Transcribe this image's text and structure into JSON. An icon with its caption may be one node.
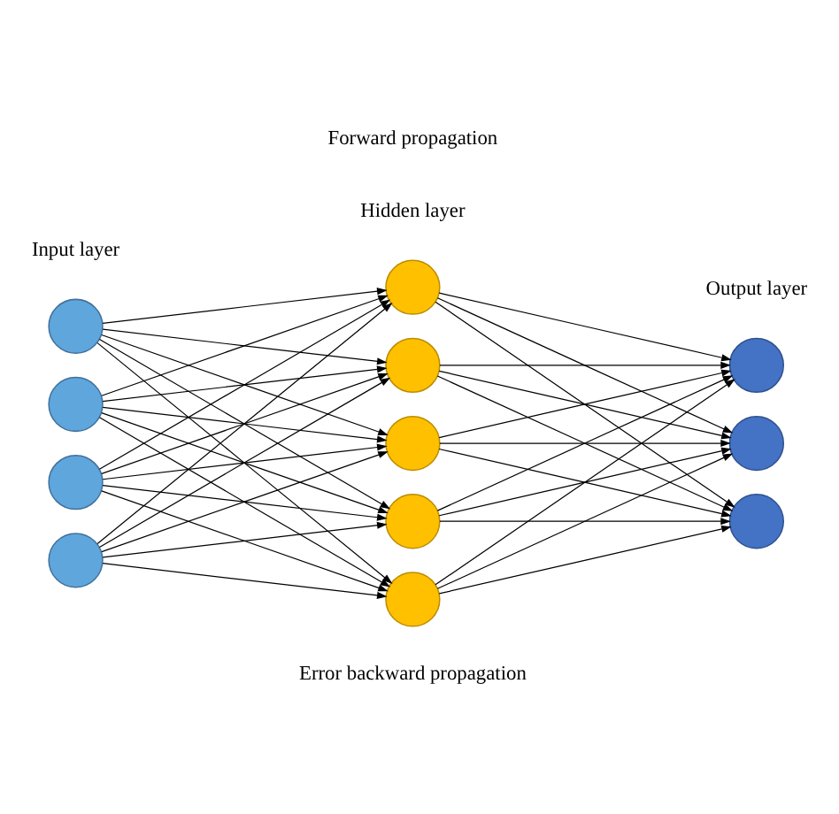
{
  "diagram": {
    "nodes": [
      {
        "text": [],
        "shape": "circle"
      },
      {
        "text": [],
        "shape": "circle"
      },
      {
        "text": [],
        "shape": "circle"
      },
      {
        "text": [],
        "shape": "circle"
      },
      {
        "text": [],
        "shape": "circle"
      },
      {
        "text": [],
        "shape": "circle"
      },
      {
        "text": [],
        "shape": "circle"
      },
      {
        "text": [],
        "shape": "circle"
      },
      {
        "text": [],
        "shape": "circle"
      },
      {
        "text": [],
        "shape": "circle"
      },
      {
        "text": [],
        "shape": "circle"
      },
      {
        "text": [],
        "shape": "circle"
      }
    ],
    "edges": [
      {
        "from": 0,
        "to": 4,
        "arrow": "to"
      },
      {
        "from": 0,
        "to": 5,
        "arrow": "to"
      },
      {
        "from": 0,
        "to": 6,
        "arrow": "to"
      },
      {
        "from": 0,
        "to": 7,
        "arrow": "to"
      },
      {
        "from": 0,
        "to": 8,
        "arrow": "to"
      },
      {
        "from": 1,
        "to": 4,
        "arrow": "to"
      },
      {
        "from": 1,
        "to": 5,
        "arrow": "to"
      },
      {
        "from": 1,
        "to": 6,
        "arrow": "to"
      },
      {
        "from": 1,
        "to": 7,
        "arrow": "to"
      },
      {
        "from": 1,
        "to": 8,
        "arrow": "to"
      },
      {
        "from": 2,
        "to": 4,
        "arrow": "to"
      },
      {
        "from": 2,
        "to": 5,
        "arrow": "to"
      },
      {
        "from": 2,
        "to": 6,
        "arrow": "to"
      },
      {
        "from": 2,
        "to": 7,
        "arrow": "to"
      },
      {
        "from": 2,
        "to": 8,
        "arrow": "to"
      },
      {
        "from": 3,
        "to": 4,
        "arrow": "to"
      },
      {
        "from": 3,
        "to": 5,
        "arrow": "to"
      },
      {
        "from": 3,
        "to": 6,
        "arrow": "to"
      },
      {
        "from": 3,
        "to": 7,
        "arrow": "to"
      },
      {
        "from": 3,
        "to": 8,
        "arrow": "to"
      },
      {
        "from": 4,
        "to": 9,
        "arrow": "to"
      },
      {
        "from": 4,
        "to": 10,
        "arrow": "to"
      },
      {
        "from": 4,
        "to": 11,
        "arrow": "to"
      },
      {
        "from": 5,
        "to": 9,
        "arrow": "to"
      },
      {
        "from": 5,
        "to": 10,
        "arrow": "to"
      },
      {
        "from": 5,
        "to": 11,
        "arrow": "to"
      },
      {
        "from": 6,
        "to": 9,
        "arrow": "to"
      },
      {
        "from": 6,
        "to": 10,
        "arrow": "to"
      },
      {
        "from": 6,
        "to": 11,
        "arrow": "to"
      },
      {
        "from": 7,
        "to": 9,
        "arrow": "to"
      },
      {
        "from": 7,
        "to": 10,
        "arrow": "to"
      },
      {
        "from": 7,
        "to": 11,
        "arrow": "to"
      },
      {
        "from": 8,
        "to": 9,
        "arrow": "to"
      },
      {
        "from": 8,
        "to": 10,
        "arrow": "to"
      },
      {
        "from": 8,
        "to": 11,
        "arrow": "to"
      }
    ],
    "labels": [
      "Forward propagation",
      "Input layer",
      "Hidden layer",
      "Output layer",
      "Error backward propagation"
    ]
  }
}
